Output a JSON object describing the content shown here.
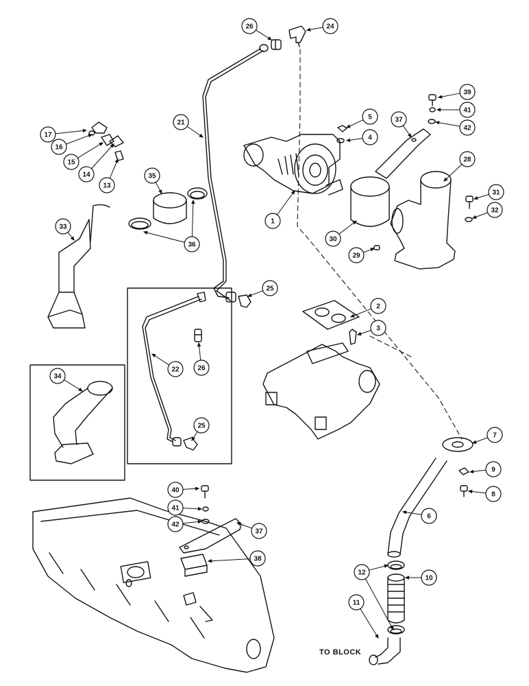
{
  "note": {
    "text": "TO BLOCK"
  },
  "callouts": [
    {
      "id": "c1",
      "label": "1"
    },
    {
      "id": "c2",
      "label": "2"
    },
    {
      "id": "c3",
      "label": "3"
    },
    {
      "id": "c4",
      "label": "4"
    },
    {
      "id": "c5",
      "label": "5"
    },
    {
      "id": "c6",
      "label": "6"
    },
    {
      "id": "c7",
      "label": "7"
    },
    {
      "id": "c8",
      "label": "8"
    },
    {
      "id": "c9",
      "label": "9"
    },
    {
      "id": "c10",
      "label": "10"
    },
    {
      "id": "c11",
      "label": "11"
    },
    {
      "id": "c12",
      "label": "12"
    },
    {
      "id": "c13",
      "label": "13"
    },
    {
      "id": "c14",
      "label": "14"
    },
    {
      "id": "c15",
      "label": "15"
    },
    {
      "id": "c16",
      "label": "16"
    },
    {
      "id": "c17",
      "label": "17"
    },
    {
      "id": "c21",
      "label": "21"
    },
    {
      "id": "c22",
      "label": "22"
    },
    {
      "id": "c24",
      "label": "24"
    },
    {
      "id": "c25a",
      "label": "25"
    },
    {
      "id": "c25b",
      "label": "25"
    },
    {
      "id": "c26a",
      "label": "26"
    },
    {
      "id": "c26b",
      "label": "26"
    },
    {
      "id": "c28",
      "label": "28"
    },
    {
      "id": "c29",
      "label": "29"
    },
    {
      "id": "c30",
      "label": "30"
    },
    {
      "id": "c31",
      "label": "31"
    },
    {
      "id": "c32",
      "label": "32"
    },
    {
      "id": "c33",
      "label": "33"
    },
    {
      "id": "c34",
      "label": "34"
    },
    {
      "id": "c35",
      "label": "35"
    },
    {
      "id": "c36",
      "label": "36"
    },
    {
      "id": "c37a",
      "label": "37"
    },
    {
      "id": "c37b",
      "label": "37"
    },
    {
      "id": "c38",
      "label": "38"
    },
    {
      "id": "c39",
      "label": "39"
    },
    {
      "id": "c40",
      "label": "40"
    },
    {
      "id": "c41a",
      "label": "41"
    },
    {
      "id": "c41b",
      "label": "41"
    },
    {
      "id": "c42a",
      "label": "42"
    },
    {
      "id": "c42b",
      "label": "42"
    }
  ]
}
